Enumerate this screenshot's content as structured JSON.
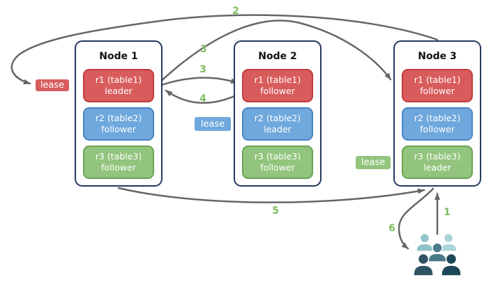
{
  "nodes": [
    {
      "title": "Node 1",
      "replicas": [
        {
          "label": "r1 (table1)",
          "role": "leader",
          "color": "red"
        },
        {
          "label": "r2 (table2)",
          "role": "follower",
          "color": "blue"
        },
        {
          "label": "r3 (table3)",
          "role": "follower",
          "color": "green"
        }
      ]
    },
    {
      "title": "Node 2",
      "replicas": [
        {
          "label": "r1 (table1)",
          "role": "follower",
          "color": "red"
        },
        {
          "label": "r2 (table2)",
          "role": "leader",
          "color": "blue"
        },
        {
          "label": "r3 (table3)",
          "role": "follower",
          "color": "green"
        }
      ]
    },
    {
      "title": "Node 3",
      "replicas": [
        {
          "label": "r1 (table1)",
          "role": "follower",
          "color": "red"
        },
        {
          "label": "r2 (table2)",
          "role": "follower",
          "color": "blue"
        },
        {
          "label": "r3 (table3)",
          "role": "leader",
          "color": "green"
        }
      ]
    }
  ],
  "leases": [
    {
      "label": "lease",
      "color": "red"
    },
    {
      "label": "lease",
      "color": "blue"
    },
    {
      "label": "lease",
      "color": "green"
    }
  ],
  "steps": [
    {
      "text": "2"
    },
    {
      "text": "3"
    },
    {
      "text": "3"
    },
    {
      "text": "4"
    },
    {
      "text": "5"
    },
    {
      "text": "6"
    },
    {
      "text": "1"
    }
  ],
  "icons": {
    "client": "users-group-icon"
  },
  "colors": {
    "replica_red": "#D95C5C",
    "replica_red_border": "#C13B3B",
    "replica_blue": "#6FA8DC",
    "replica_blue_border": "#4A86C6",
    "replica_green": "#93C47D",
    "replica_green_border": "#69A456",
    "node_border": "#24395E",
    "arrow": "#666666",
    "step_label": "#7CBC5F",
    "users_light_teal": "#8FC4C8",
    "users_pale_teal": "#A9D5D8",
    "users_mid_teal": "#4A7A8A",
    "users_dark_slate": "#2F5364",
    "users_darker_slate": "#1D4858"
  }
}
